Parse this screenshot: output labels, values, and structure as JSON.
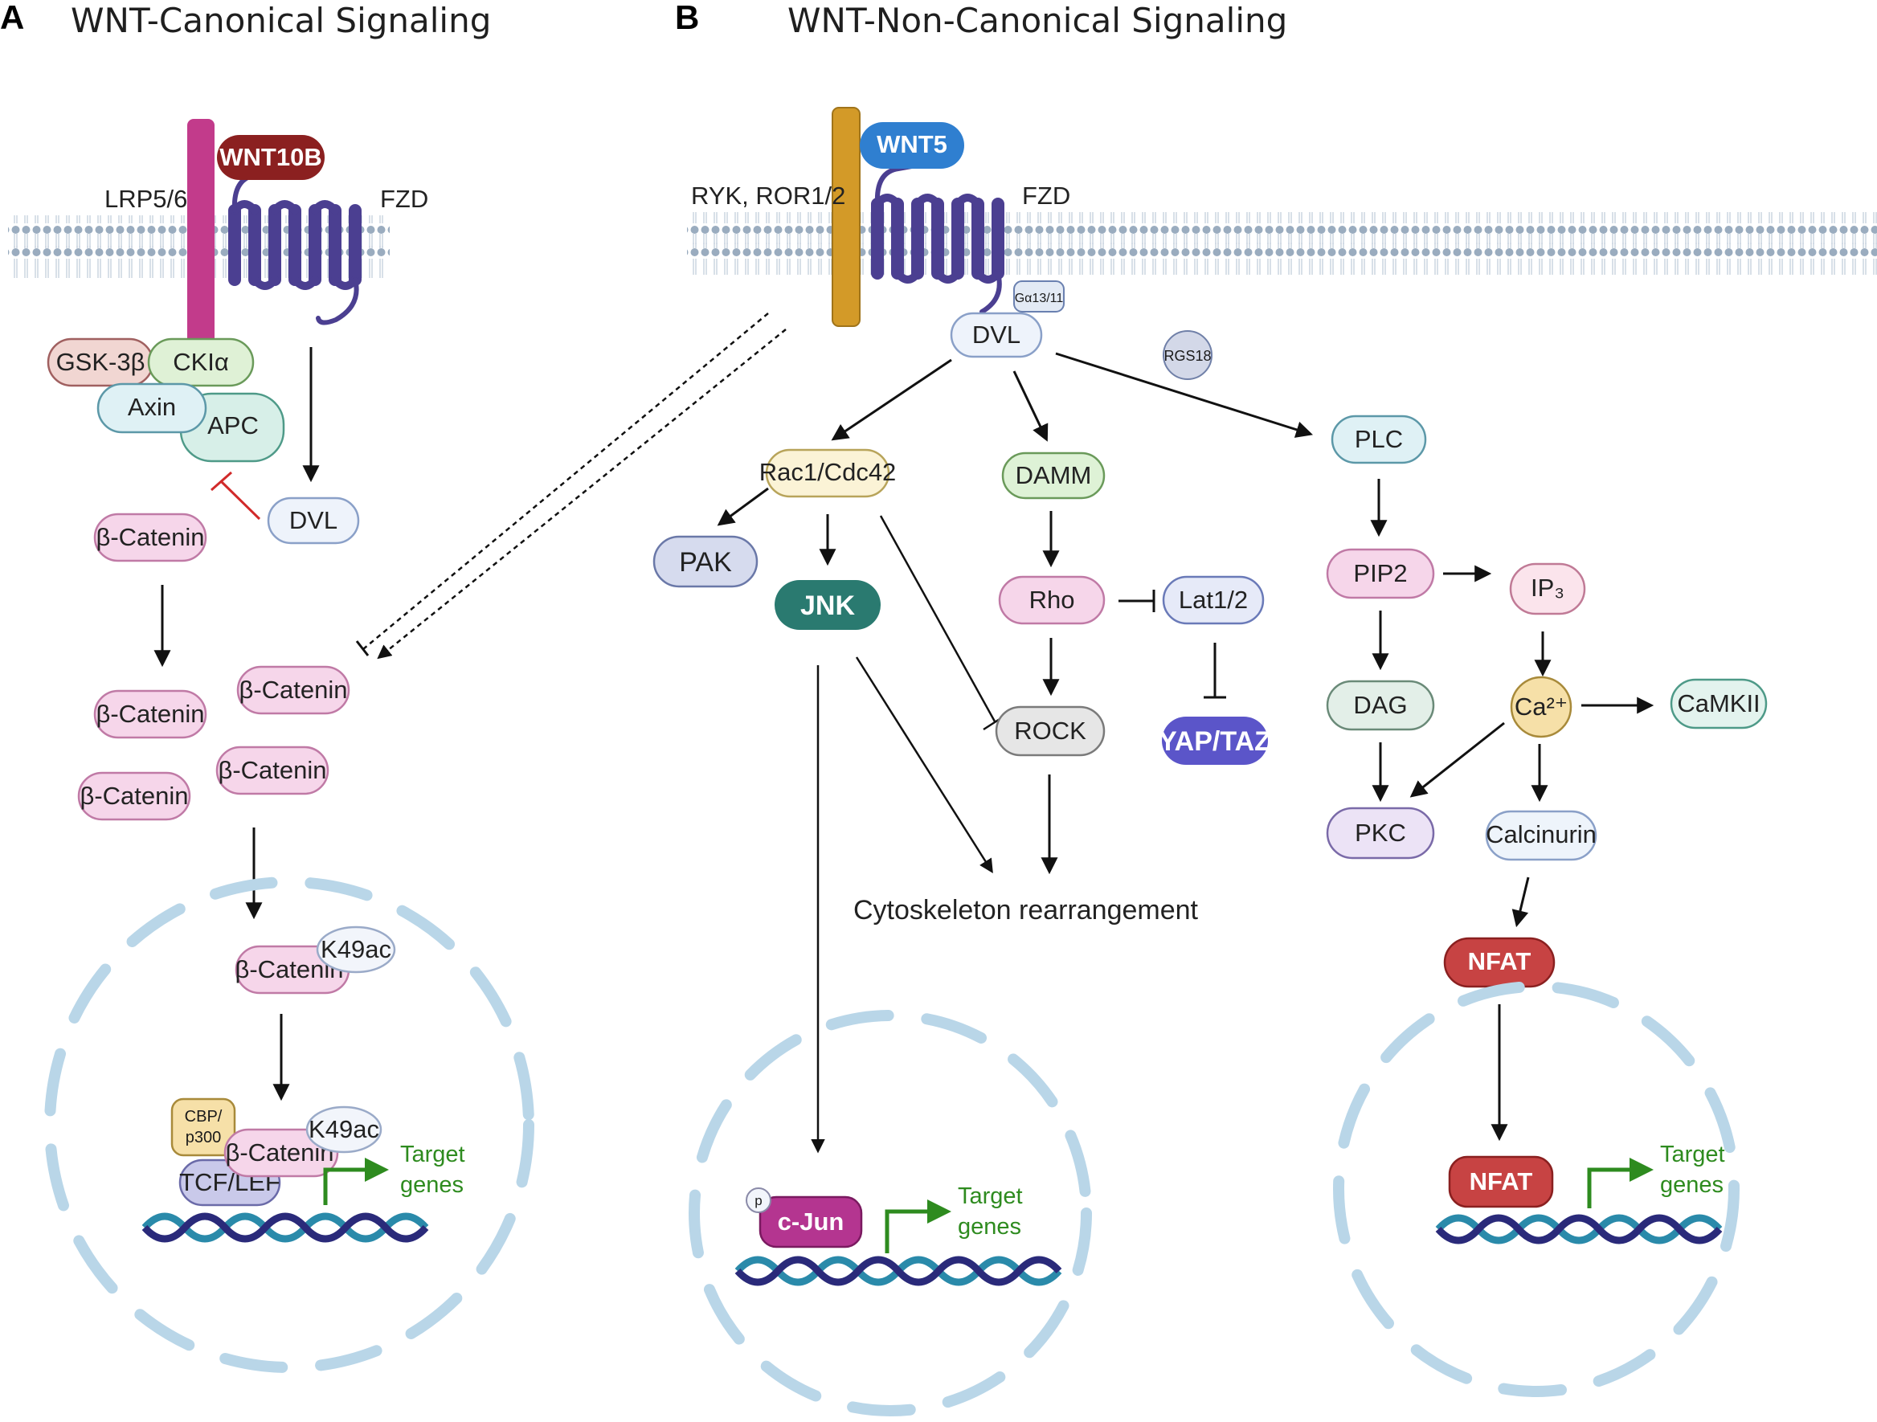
{
  "panels": {
    "a": {
      "letter": "A",
      "title": "WNT-Canonical Signaling"
    },
    "b": {
      "letter": "B",
      "title": "WNT-Non-Canonical Signaling"
    }
  },
  "receptors": {
    "a_coreceptor": "LRP5/6",
    "a_ligand": "WNT10B",
    "a_fzd": "FZD",
    "b_coreceptor": "RYK, ROR1/2",
    "b_ligand": "WNT5",
    "b_fzd": "FZD",
    "b_gprotein": "Gα13/11"
  },
  "canonical": {
    "gsk3b": "GSK-3β",
    "ck1a": "CKIα",
    "axin": "Axin",
    "apc": "APC",
    "dvl": "DVL",
    "beta_catenin": "β-Catenin",
    "k49ac": "K49ac",
    "cbp_p300": [
      "CBP/",
      "p300"
    ],
    "tcf_lef": "TCF/LEF",
    "target_genes": [
      "Target",
      "genes"
    ]
  },
  "noncanonical": {
    "dvl": "DVL",
    "rgs18": "RGS18",
    "rac1_cdc42": "Rac1/Cdc42",
    "pak": "PAK",
    "jnk": "JNK",
    "damm": "DAMM",
    "rho": "Rho",
    "lat12": "Lat1/2",
    "rock": "ROCK",
    "yap_taz": "YAP/TAZ",
    "cytoskeleton": "Cytoskeleton rearrangement",
    "plc": "PLC",
    "pip2": "PIP2",
    "ip3": "IP₃",
    "dag": "DAG",
    "ca": "Ca²⁺",
    "camkii": "CaMKII",
    "pkc": "PKC",
    "calcinurin": "Calcinurin",
    "nfat": "NFAT",
    "p": "p",
    "cjun": "c-Jun",
    "target_genes": [
      "Target",
      "genes"
    ]
  },
  "colors": {
    "membrane": "#9aacbf",
    "fzd": "#4b3f91",
    "lrp": "#c23b8b",
    "ryk": "#d39a28",
    "wnt10b": "#8b2020",
    "wnt5": "#2f7fd0",
    "jnk": "#2a7a70",
    "yap_taz": "#5b55c9",
    "nfat": "#c74343",
    "cjun": "#b43590",
    "gene_arrow": "#2e8b1f",
    "dna_dark": "#2a2a7a",
    "dna_light": "#2a8aaa",
    "inhibit_red": "#d12a2a"
  }
}
